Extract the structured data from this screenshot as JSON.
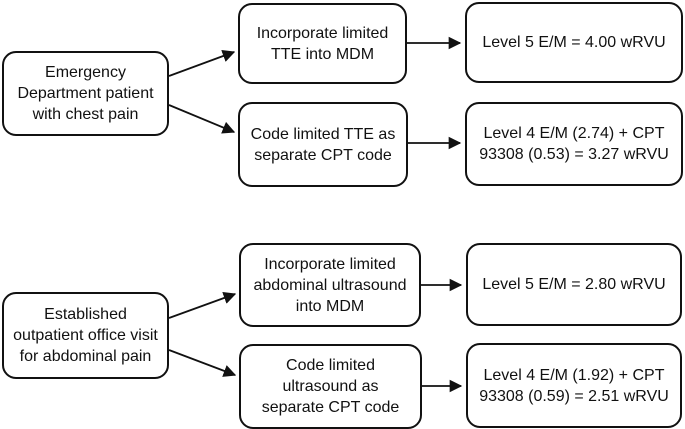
{
  "figure": {
    "colors": {
      "line": "#111111",
      "background": "#ffffff"
    },
    "flowcharts": [
      {
        "name": "emergency-department-chest-pain",
        "source": "Emergency\nDepartment patient\nwith chest pain",
        "branches": [
          {
            "option": "Incorporate limited\nTTE into MDM",
            "result": "Level 5 E/M = 4.00 wRVU"
          },
          {
            "option": "Code limited TTE as\nseparate CPT code",
            "result": "Level 4 E/M (2.74) + CPT\n93308 (0.53) = 3.27 wRVU"
          }
        ]
      },
      {
        "name": "established-outpatient-abdominal-pain",
        "source": "Established\noutpatient office visit\nfor abdominal pain",
        "branches": [
          {
            "option": "Incorporate limited\nabdominal ultrasound\ninto MDM",
            "result": "Level 5 E/M = 2.80 wRVU"
          },
          {
            "option": "Code limited\nultrasound as\nseparate CPT code",
            "result": "Level 4 E/M (1.92) + CPT\n93308 (0.59) = 2.51 wRVU"
          }
        ]
      }
    ]
  }
}
